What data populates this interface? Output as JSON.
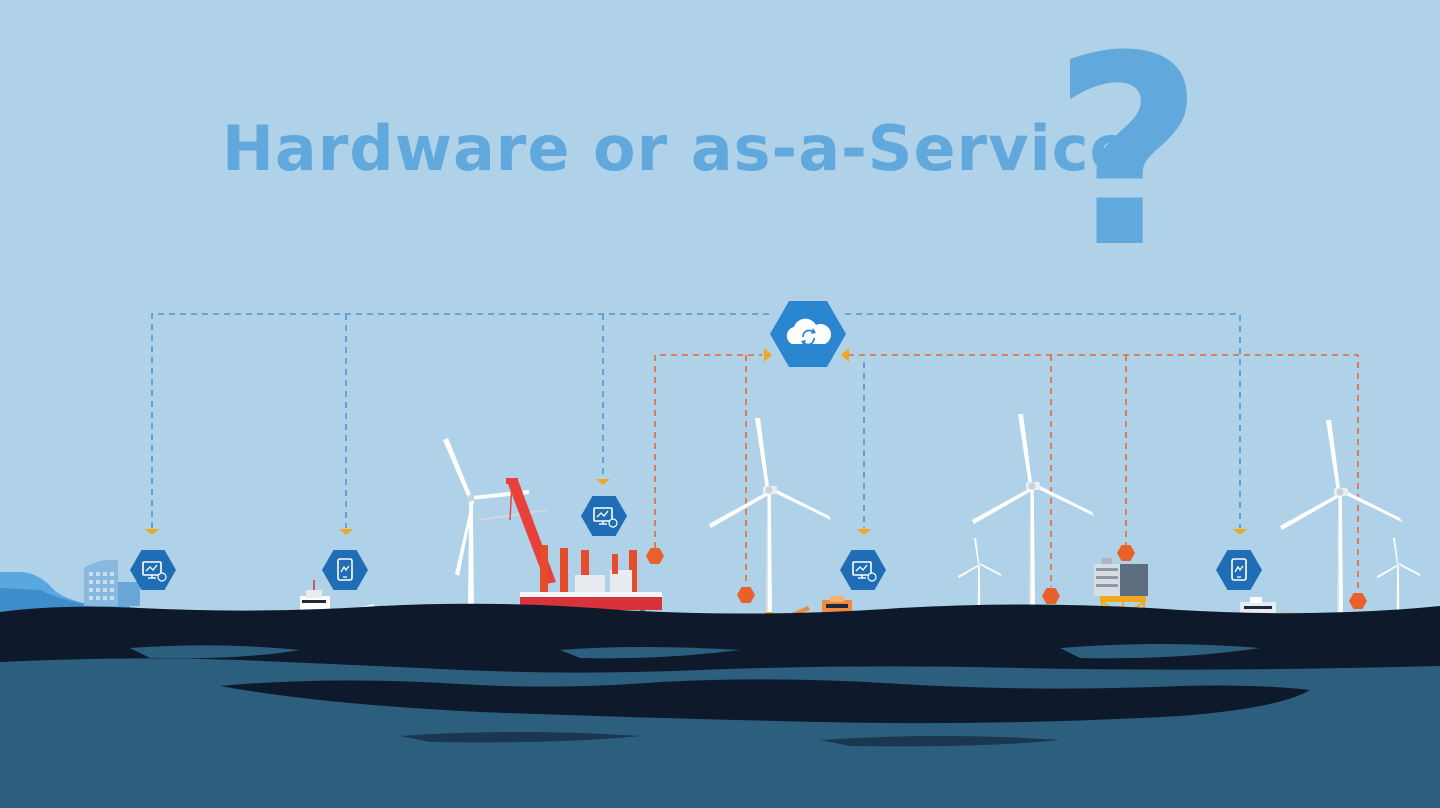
{
  "headline": {
    "text": "Hardware or as-a-Service",
    "question_mark": "?"
  },
  "colors": {
    "sky": "#b0d2e8",
    "headline": "#61a8dc",
    "sea_dark": "#0e1a2c",
    "sea_mid": "#2c5f7d",
    "hub_blue": "#2a86cf",
    "device_blue": "#1f6db5",
    "blue_line": "#4a98d6",
    "orange_line": "#e36a33",
    "arrow_yellow": "#f0a81c"
  },
  "icons": {
    "hub": "cloud-sync-icon",
    "monitor": "monitor-chart-icon",
    "tablet": "tablet-chart-icon",
    "sensor": "sensor-hexagon-icon"
  },
  "nodes": [
    {
      "id": "onshore-office",
      "icon": "monitor-chart-icon",
      "link": "blue"
    },
    {
      "id": "supply-vessel",
      "icon": "tablet-chart-icon",
      "link": "blue"
    },
    {
      "id": "jackup-vessel",
      "icon": "monitor-chart-icon",
      "link": "blue"
    },
    {
      "id": "service-vessel",
      "icon": "monitor-chart-icon",
      "link": "blue"
    },
    {
      "id": "crew-transfer-vessel",
      "icon": "tablet-chart-icon",
      "link": "blue"
    },
    {
      "id": "turbine-sensor",
      "icon": "sensor-hexagon-icon",
      "link": "orange"
    },
    {
      "id": "substation-sensor",
      "icon": "sensor-hexagon-icon",
      "link": "orange"
    }
  ]
}
